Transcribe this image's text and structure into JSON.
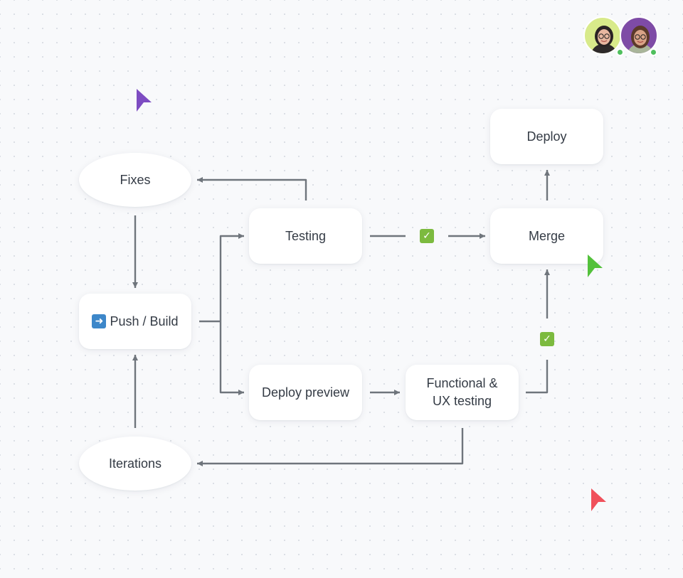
{
  "diagram": {
    "nodes": {
      "fixes": "Fixes",
      "push_build": "Push / Build",
      "iterations": "Iterations",
      "testing": "Testing",
      "deploy_preview": "Deploy preview",
      "functional_line1": "Functional &",
      "functional_line2": "UX testing",
      "merge": "Merge",
      "deploy": "Deploy"
    },
    "icons": {
      "push_build": "right-arrow-icon",
      "approval": "check-mark-icon"
    },
    "connector_color": "#6f757c",
    "check_color": "#7cba3f"
  },
  "collaborators": {
    "avatars": [
      "avatar-woman-glasses",
      "avatar-woman-purple-background"
    ],
    "avatar_colors": [
      "#d8ea8a",
      "#7e4ba6"
    ],
    "status_color": "#4fbf5d",
    "cursor_colors": [
      "#7d4cc2",
      "#53c13b",
      "#f0505b"
    ]
  }
}
